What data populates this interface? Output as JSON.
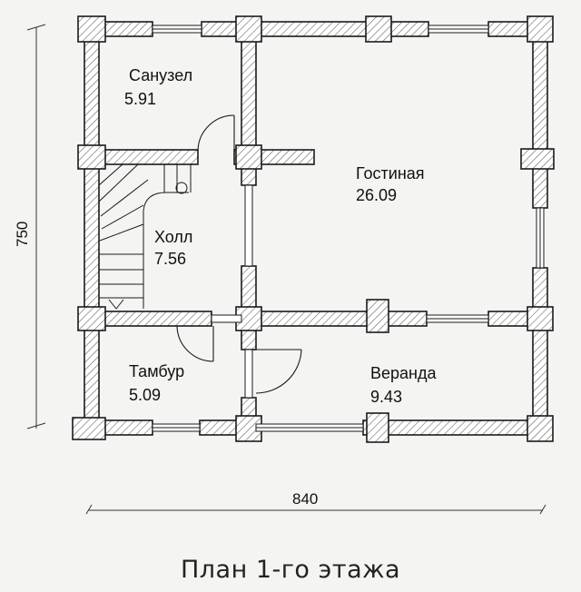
{
  "title": "План 1-го этажа",
  "dimensions": {
    "width": "840",
    "height": "750"
  },
  "rooms": [
    {
      "name": "Санузел",
      "area": "5.91"
    },
    {
      "name": "Гостиная",
      "area": "26.09"
    },
    {
      "name": "Холл",
      "area": "7.56"
    },
    {
      "name": "Тамбур",
      "area": "5.09"
    },
    {
      "name": "Веранда",
      "area": "9.43"
    }
  ],
  "colors": {
    "line": "#1a1a1a",
    "wall_fill": "#ffffff",
    "hatch": "#555555",
    "background": "#f4f4f2"
  }
}
